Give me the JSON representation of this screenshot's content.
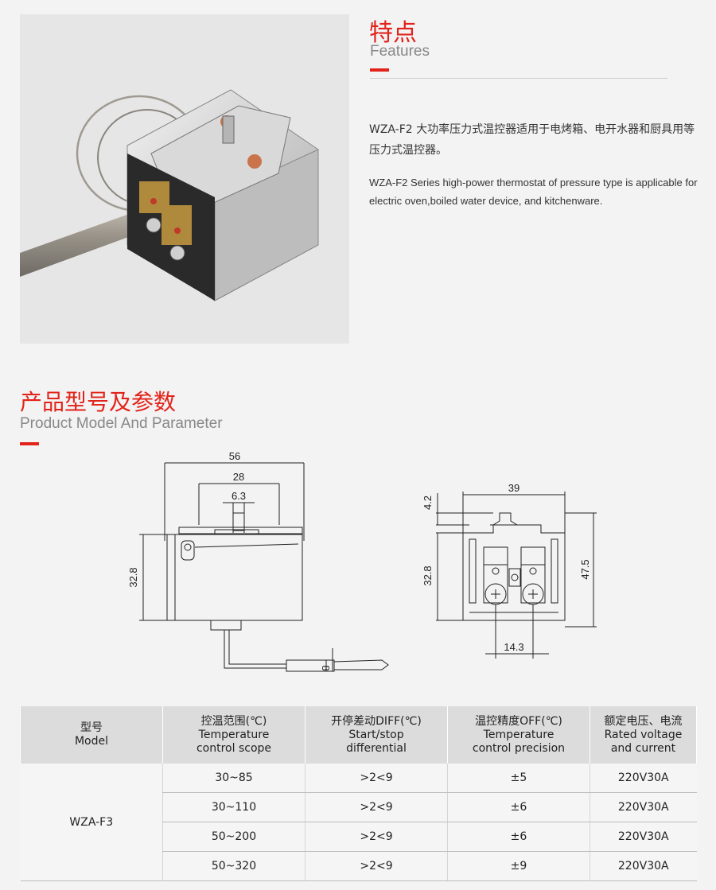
{
  "features": {
    "title_cn": "特点",
    "title_en": "Features",
    "desc_cn": "WZA-F2 大功率压力式温控器适用于电烤箱、电开水器和厨具用等压力式温控器。",
    "desc_en": "WZA-F2 Series high-power thermostat of pressure type is applicable for electric oven,boiled water device, and kitchenware."
  },
  "product": {
    "title_cn": "产品型号及参数",
    "title_en": "Product Model And Parameter"
  },
  "drawing": {
    "front": {
      "d56": "56",
      "d28": "28",
      "d63": "6.3",
      "d328": "32.8",
      "d8": "8"
    },
    "side": {
      "d39": "39",
      "d42": "4.2",
      "d328": "32.8",
      "d475": "47.5",
      "d143": "14.3"
    }
  },
  "table": {
    "headers": [
      {
        "cn": "型号",
        "en1": "Model",
        "en2": ""
      },
      {
        "cn": "控温范围(℃)",
        "en1": "Temperature",
        "en2": "control scope"
      },
      {
        "cn": "开停差动DIFF(℃)",
        "en1": "Start/stop",
        "en2": "differential"
      },
      {
        "cn": "温控精度OFF(℃)",
        "en1": "Temperature",
        "en2": "control precision"
      },
      {
        "cn": "额定电压、电流",
        "en1": "Rated voltage",
        "en2": "and current"
      }
    ],
    "model": "WZA-F3",
    "rows": [
      {
        "range": "30~85",
        "diff": ">2<9",
        "precision": "±5",
        "rating": "220V30A"
      },
      {
        "range": "30~110",
        "diff": ">2<9",
        "precision": "±6",
        "rating": "220V30A"
      },
      {
        "range": "50~200",
        "diff": ">2<9",
        "precision": "±6",
        "rating": "220V30A"
      },
      {
        "range": "50~320",
        "diff": ">2<9",
        "precision": "±9",
        "rating": "220V30A"
      }
    ]
  }
}
